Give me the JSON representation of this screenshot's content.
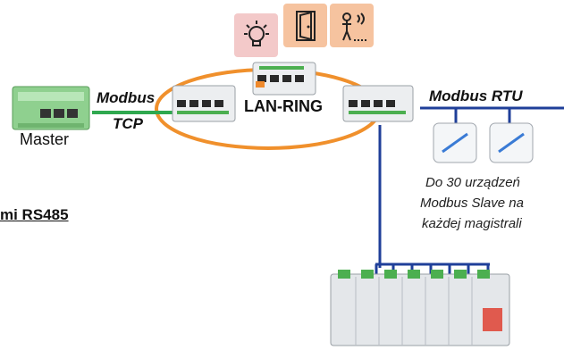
{
  "labels": {
    "modbus_tcp_line1": "Modbus",
    "modbus_tcp_line2": "TCP",
    "master": "Master",
    "lan_ring": "LAN-RING",
    "modbus_rtu": "Modbus RTU",
    "slave_note_line1": "Do 30 urządzeń",
    "slave_note_line2": "Modbus Slave na",
    "slave_note_line3": "każdej magistrali",
    "rs485_fragment": "mi RS485"
  },
  "icons": [
    "light-bulb-icon",
    "door-icon",
    "person-sensor-icon"
  ],
  "colors": {
    "ring": "#f0902c",
    "tcp_link": "#2fa84f",
    "rtu_bus": "#1f3f99",
    "icon_pink": "#f3c9c9",
    "icon_orange": "#f6c39f"
  }
}
